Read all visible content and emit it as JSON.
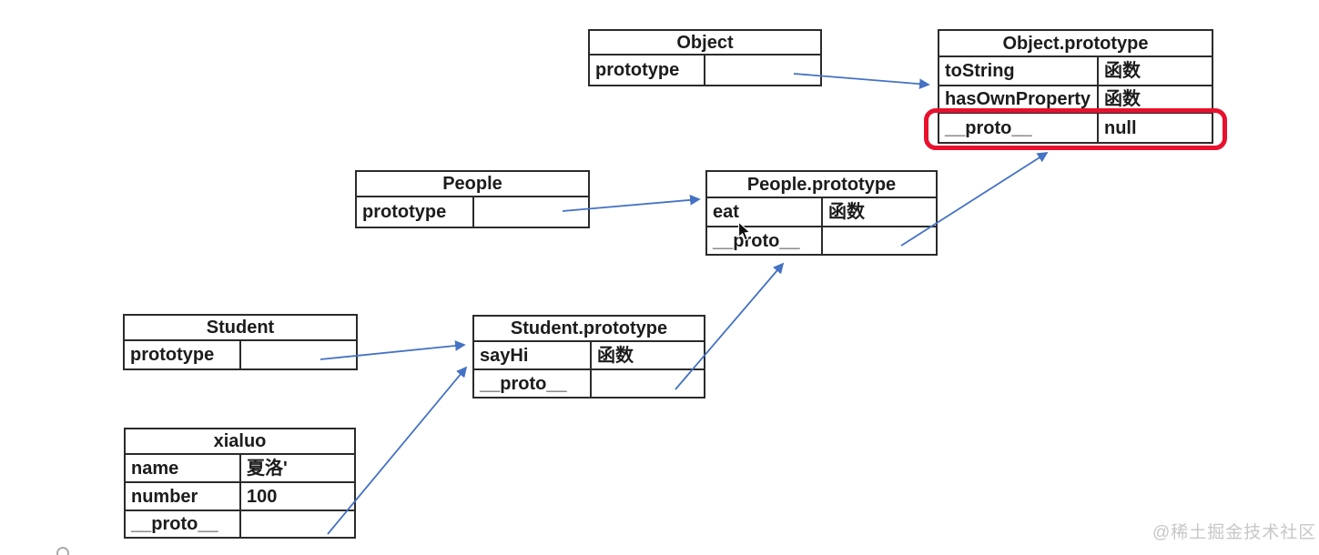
{
  "colors": {
    "arrow_blue": "#4472c4",
    "highlight_red": "#e8112d",
    "table_border": "#2b2b2b",
    "text_dark": "#1c1c1c",
    "watermark_gray": "#c7c7c7",
    "canvas_bg": "#ffffff"
  },
  "tables": {
    "object": {
      "title": "Object",
      "rows": [
        {
          "key": "prototype",
          "value": ""
        }
      ]
    },
    "object_prototype": {
      "title": "Object.prototype",
      "rows": [
        {
          "key": "toString",
          "value": "函数"
        },
        {
          "key": "hasOwnProperty",
          "value": "函数"
        },
        {
          "key": "__proto__",
          "value": "null"
        }
      ]
    },
    "people": {
      "title": "People",
      "rows": [
        {
          "key": "prototype",
          "value": ""
        }
      ]
    },
    "people_prototype": {
      "title": "People.prototype",
      "rows": [
        {
          "key": "eat",
          "value": "函数"
        },
        {
          "key": "__proto__",
          "value": ""
        }
      ]
    },
    "student": {
      "title": "Student",
      "rows": [
        {
          "key": "prototype",
          "value": ""
        }
      ]
    },
    "student_prototype": {
      "title": "Student.prototype",
      "rows": [
        {
          "key": "sayHi",
          "value": "函数"
        },
        {
          "key": "__proto__",
          "value": ""
        }
      ]
    },
    "xialuo": {
      "title": "xialuo",
      "rows": [
        {
          "key": "name",
          "value": "夏洛'"
        },
        {
          "key": "number",
          "value": "100"
        },
        {
          "key": "__proto__",
          "value": ""
        }
      ]
    }
  },
  "arrows": [
    {
      "from": "Object prototype cell",
      "to": "Object.prototype table"
    },
    {
      "from": "People prototype cell",
      "to": "People.prototype table"
    },
    {
      "from": "Student prototype cell",
      "to": "Student.prototype table"
    },
    {
      "from": "xialuo __proto__ cell",
      "to": "Student.prototype table"
    },
    {
      "from": "Student.prototype __proto__ cell",
      "to": "People.prototype table"
    },
    {
      "from": "People.prototype __proto__ cell",
      "to": "Object.prototype __proto__ row"
    }
  ],
  "watermark": "@稀土掘金技术社区"
}
